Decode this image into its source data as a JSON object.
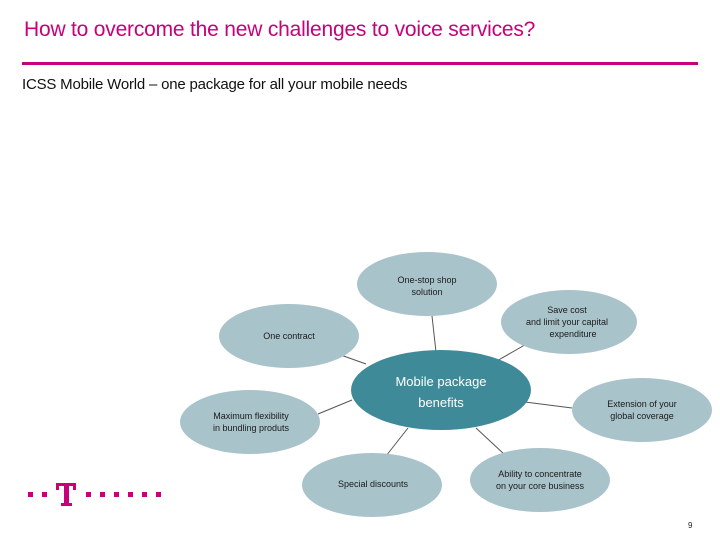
{
  "header": {
    "title": "How to overcome the new challenges to voice services?",
    "subtitle": "ICSS Mobile World – one package for all your mobile needs"
  },
  "diagram": {
    "center": {
      "lines": [
        "Mobile package",
        "benefits"
      ]
    },
    "nodes": [
      {
        "id": "one-stop-shop",
        "lines": [
          "One-stop shop",
          "solution"
        ]
      },
      {
        "id": "save-cost",
        "lines": [
          "Save cost",
          "and limit your capital",
          "expenditure"
        ]
      },
      {
        "id": "extension",
        "lines": [
          "Extension of your",
          "global coverage"
        ]
      },
      {
        "id": "concentrate",
        "lines": [
          "Ability to concentrate",
          "on your core business"
        ]
      },
      {
        "id": "special-discounts",
        "lines": [
          "Special discounts"
        ]
      },
      {
        "id": "flexibility",
        "lines": [
          "Maximum flexibility",
          "in bundling produts"
        ]
      },
      {
        "id": "one-contract",
        "lines": [
          "One contract"
        ]
      }
    ]
  },
  "footer": {
    "page_number": "9",
    "logo_icon": "telekom-t-logo-icon"
  },
  "colors": {
    "brand": "#c8007a",
    "center_fill": "#3f8a98",
    "node_fill": "#a9c3ca"
  }
}
